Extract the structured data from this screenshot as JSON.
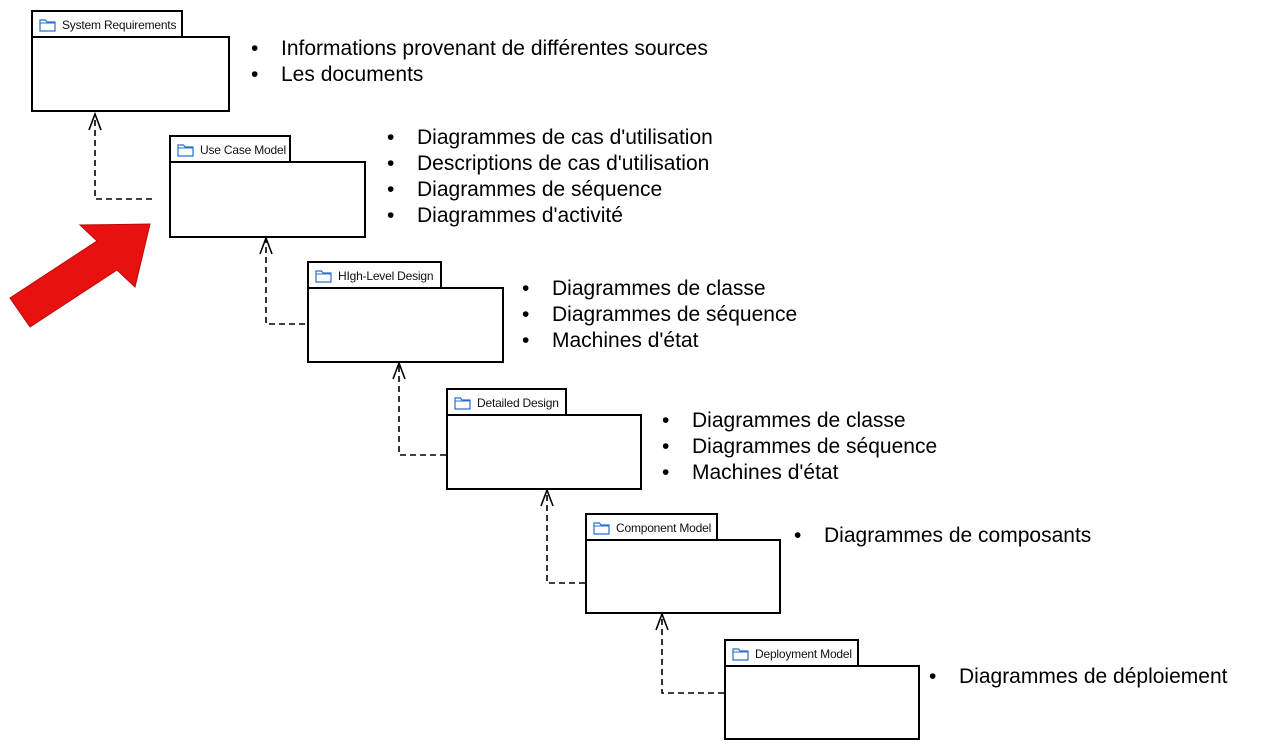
{
  "packages": [
    {
      "name": "System Requirements",
      "items": [
        "Informations provenant de différentes sources",
        "Les documents"
      ]
    },
    {
      "name": "Use Case Model",
      "items": [
        "Diagrammes de cas d'utilisation",
        "Descriptions de cas d'utilisation",
        "Diagrammes de séquence",
        "Diagrammes d'activité"
      ]
    },
    {
      "name": "HIgh-Level Design",
      "items": [
        "Diagrammes de classe",
        "Diagrammes de séquence",
        "Machines d'état"
      ]
    },
    {
      "name": "Detailed Design",
      "items": [
        "Diagrammes de classe",
        "Diagrammes de séquence",
        "Machines d'état"
      ]
    },
    {
      "name": "Component Model",
      "items": [
        "Diagrammes de composants"
      ]
    },
    {
      "name": "Deployment Model",
      "items": [
        "Diagrammes de déploiement"
      ]
    }
  ],
  "highlight": {
    "color": "#e8110f",
    "target": "Use Case Model"
  },
  "icons": {
    "package": "folder-icon"
  },
  "colors": {
    "icon_stroke": "#2a6fc9",
    "line": "#000000"
  }
}
